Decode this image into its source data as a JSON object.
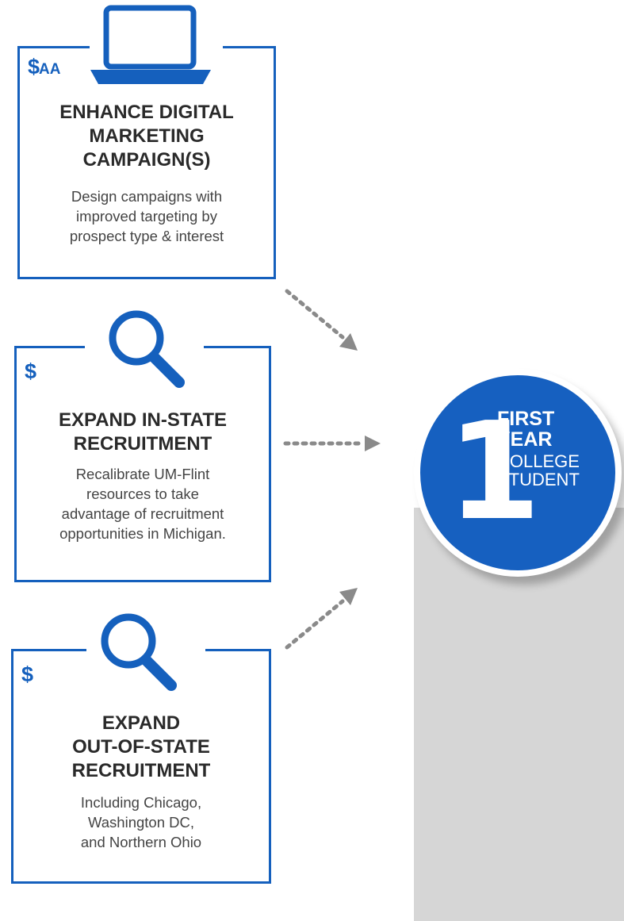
{
  "cards": [
    {
      "dollar": "$",
      "dollar_suffix": "AA",
      "title_lines": [
        "ENHANCE DIGITAL",
        "MARKETING",
        "CAMPAIGN(S)"
      ],
      "desc_lines": [
        "Design campaigns with",
        "improved targeting by",
        "prospect type & interest"
      ],
      "icon": "laptop-icon"
    },
    {
      "dollar": "$",
      "title_lines": [
        "EXPAND IN-STATE",
        "RECRUITMENT"
      ],
      "desc_lines": [
        "Recalibrate UM-Flint",
        "resources to take",
        "advantage of recruitment",
        "opportunities in Michigan."
      ],
      "icon": "magnifier-icon"
    },
    {
      "dollar": "$",
      "title_lines": [
        "EXPAND",
        "OUT-OF-STATE",
        "RECRUITMENT"
      ],
      "desc_lines": [
        "Including Chicago,",
        "Washington DC,",
        "and Northern Ohio"
      ],
      "icon": "magnifier-icon"
    }
  ],
  "badge": {
    "number": "1",
    "line1": "FIRST",
    "line2": "YEAR",
    "line3": "COLLEGE",
    "line4": "STUDENT"
  },
  "colors": {
    "brand_blue": "#1560bd",
    "badge_blue": "#1660c0",
    "arrow_gray": "#8a8a8a",
    "column_gray": "#d6d6d6"
  }
}
